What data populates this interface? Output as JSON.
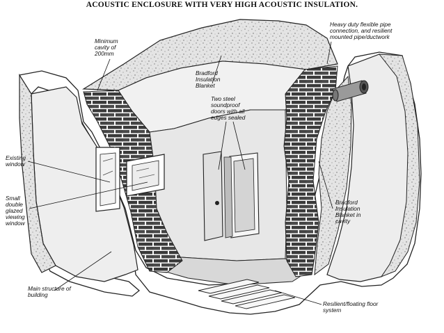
{
  "title": "ACOUSTIC ENCLOSURE WITH VERY HIGH ACOUSTIC INSULATION.",
  "labels": {
    "min_cavity": [
      "Minimum",
      "cavity of",
      "200mm"
    ],
    "blanket_top": [
      "Bradford",
      "Insulation",
      "Blanket"
    ],
    "pipe_connection": [
      "Heavy duty flexible pipe",
      "connection, and resilient",
      "mounted pipe/ductwork"
    ],
    "doors": [
      "Two steel",
      "soundproof",
      "doors with all",
      "edges sealed"
    ],
    "existing_window": [
      "Existing",
      "window"
    ],
    "viewing_window": [
      "Small",
      "double",
      "glazed",
      "viewing",
      "window"
    ],
    "blanket_cavity": [
      "Bradford",
      "Insulation",
      "Blanket in",
      "cavity"
    ],
    "main_structure": [
      "Main structure of",
      "building"
    ],
    "floor_system": [
      "Resilient/floating floor",
      "system"
    ]
  }
}
